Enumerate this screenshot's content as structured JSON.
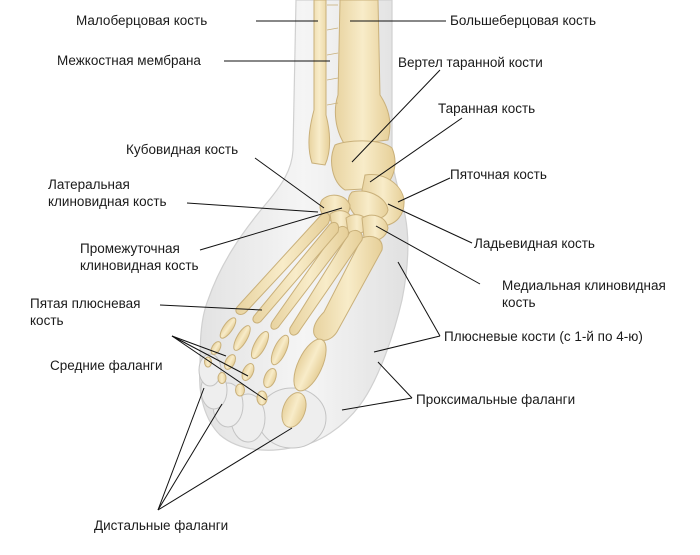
{
  "labels": {
    "fibula": "Малоберцовая кость",
    "tibia": "Большеберцовая кость",
    "interosseous_membrane": "Межкостная мембрана",
    "talus_trochlea": "Вертел таранной кости",
    "talus": "Таранная кость",
    "cuboid": "Кубовидная кость",
    "calcaneus": "Пяточная кость",
    "lateral_cuneiform": "Латеральная\nклиновидная кость",
    "navicular": "Ладьевидная кость",
    "intermediate_cuneiform": "Промежуточная\nклиновидная кость",
    "medial_cuneiform": "Медиальная клиновидная\nкость",
    "fifth_metatarsal": "Пятая плюсневая\nкость",
    "metatarsals": "Плюсневые кости (с 1-й по 4-ю)",
    "middle_phalanges": "Средние фаланги",
    "proximal_phalanges": "Проксимальные фаланги",
    "distal_phalanges": "Дистальные фаланги"
  },
  "colors": {
    "bone_fill": "#f3e4bd",
    "bone_stroke": "#c9b07a",
    "skin_fill": "#ececec",
    "skin_stroke": "#c8c8c8",
    "leader": "#111111",
    "text": "#1a1a1a"
  }
}
